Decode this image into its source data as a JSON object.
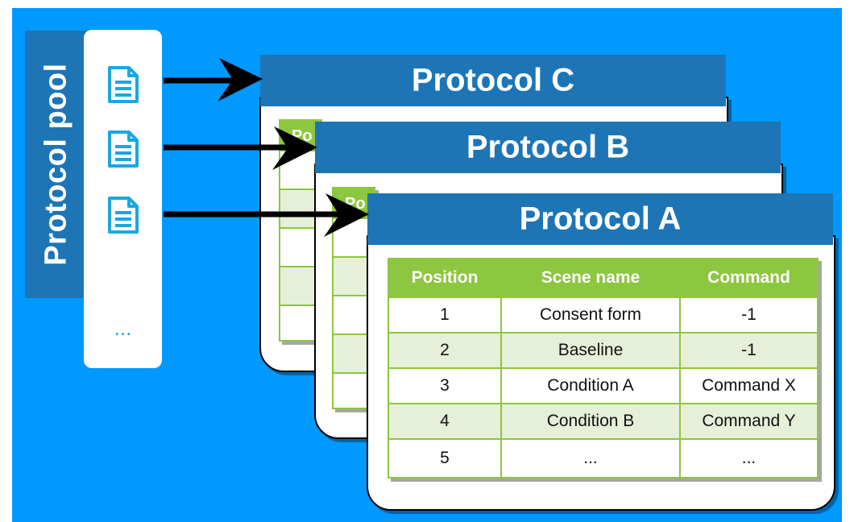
{
  "pool": {
    "title": "Protocol pool",
    "ellipsis": "...",
    "icons": [
      "document-icon",
      "document-icon",
      "document-icon"
    ]
  },
  "protocols": {
    "c": {
      "title": "Protocol C",
      "partial_header": "Po"
    },
    "b": {
      "title": "Protocol B",
      "partial_header": "Po"
    },
    "a": {
      "title": "Protocol A"
    }
  },
  "table": {
    "headers": [
      "Position",
      "Scene name",
      "Command"
    ],
    "rows": [
      [
        "1",
        "Consent form",
        "-1"
      ],
      [
        "2",
        "Baseline",
        "-1"
      ],
      [
        "3",
        "Condition A",
        "Command X"
      ],
      [
        "4",
        "Condition B",
        "Command Y"
      ],
      [
        "5",
        "...",
        "..."
      ]
    ]
  },
  "colors": {
    "background": "#0099ff",
    "header_blue": "#1d75b6",
    "table_green": "#8dc63f",
    "row_alt": "#e6f0d8",
    "icon": "#19a8e0"
  }
}
